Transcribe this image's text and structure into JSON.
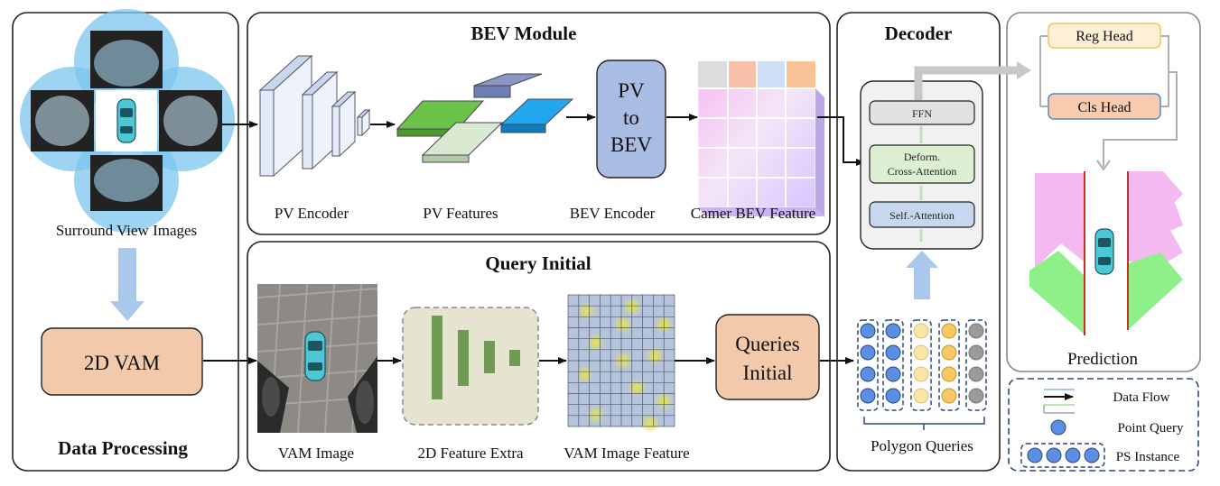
{
  "panels": {
    "data_processing": "Data Processing",
    "bev_module": "BEV Module",
    "query_initial": "Query Initial",
    "decoder": "Decoder"
  },
  "data_processing": {
    "surround_label": "Surround View Images",
    "vam_block": "2D VAM"
  },
  "bev": {
    "pv_encoder": "PV Encoder",
    "pv_features": "PV Features",
    "pv_to_bev_lines": [
      "PV",
      "to",
      "BEV"
    ],
    "bev_encoder": "BEV Encoder",
    "camera_bev_feature": "Camer BEV Feature"
  },
  "query": {
    "vam_image": "VAM Image",
    "feature_extra": "2D Feature Extra",
    "vam_image_feature": "VAM Image Feature",
    "queries_initial_lines": [
      "Queries",
      "Initial"
    ]
  },
  "decoder": {
    "ffn": "FFN",
    "deform_lines": [
      "Deform.",
      "Cross-Attention"
    ],
    "self_attention": "Self.-Attention",
    "polygon_queries": "Polygon Queries"
  },
  "heads": {
    "reg_head": "Reg Head",
    "cls_head": "Cls Head",
    "prediction": "Prediction"
  },
  "legend": {
    "data_flow": "Data Flow",
    "point_query": "Point Query",
    "ps_instance": "PS Instance"
  },
  "colors": {
    "vam_block": "#f2c9ab",
    "pv_to_bev": "#a9bde3",
    "reg_head_fill": "#fdf0d6",
    "reg_head_stroke": "#f0c36a",
    "cls_head_fill": "#f6cbae",
    "cls_head_stroke": "#5b86c9",
    "query_blue": "#5b8fe6",
    "query_yellow": "#f9e6a8",
    "query_orange": "#f6c861",
    "query_gray": "#9a9a9a",
    "green_slot": "#8ff08a",
    "pink_slot": "#f4b9f1"
  }
}
